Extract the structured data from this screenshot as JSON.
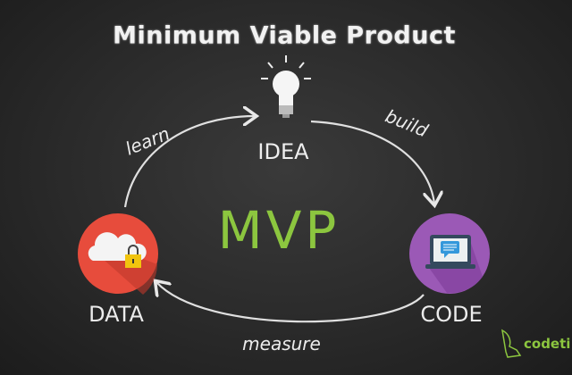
{
  "title": "Minimum Viable Product",
  "center": "MVP",
  "nodes": {
    "idea": "IDEA",
    "data": "DATA",
    "code": "CODE"
  },
  "edges": {
    "learn": "learn",
    "build": "build",
    "measure": "measure"
  },
  "logo": "codeti",
  "colors": {
    "accent": "#8cc63f",
    "data_circle": "#e74c3c",
    "code_circle": "#9b59b6",
    "lock": "#f1c40f",
    "chat": "#3498db"
  }
}
